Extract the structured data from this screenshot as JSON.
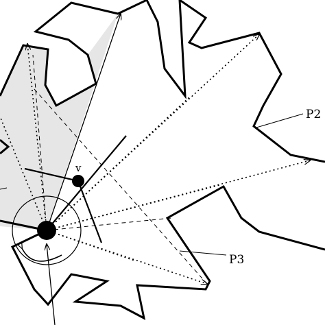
{
  "labels": {
    "v": "v",
    "p2": "P2",
    "p3": "P3"
  },
  "colors": {
    "shade": "#e6e6e6",
    "ink": "#000000",
    "background": "#ffffff"
  }
}
